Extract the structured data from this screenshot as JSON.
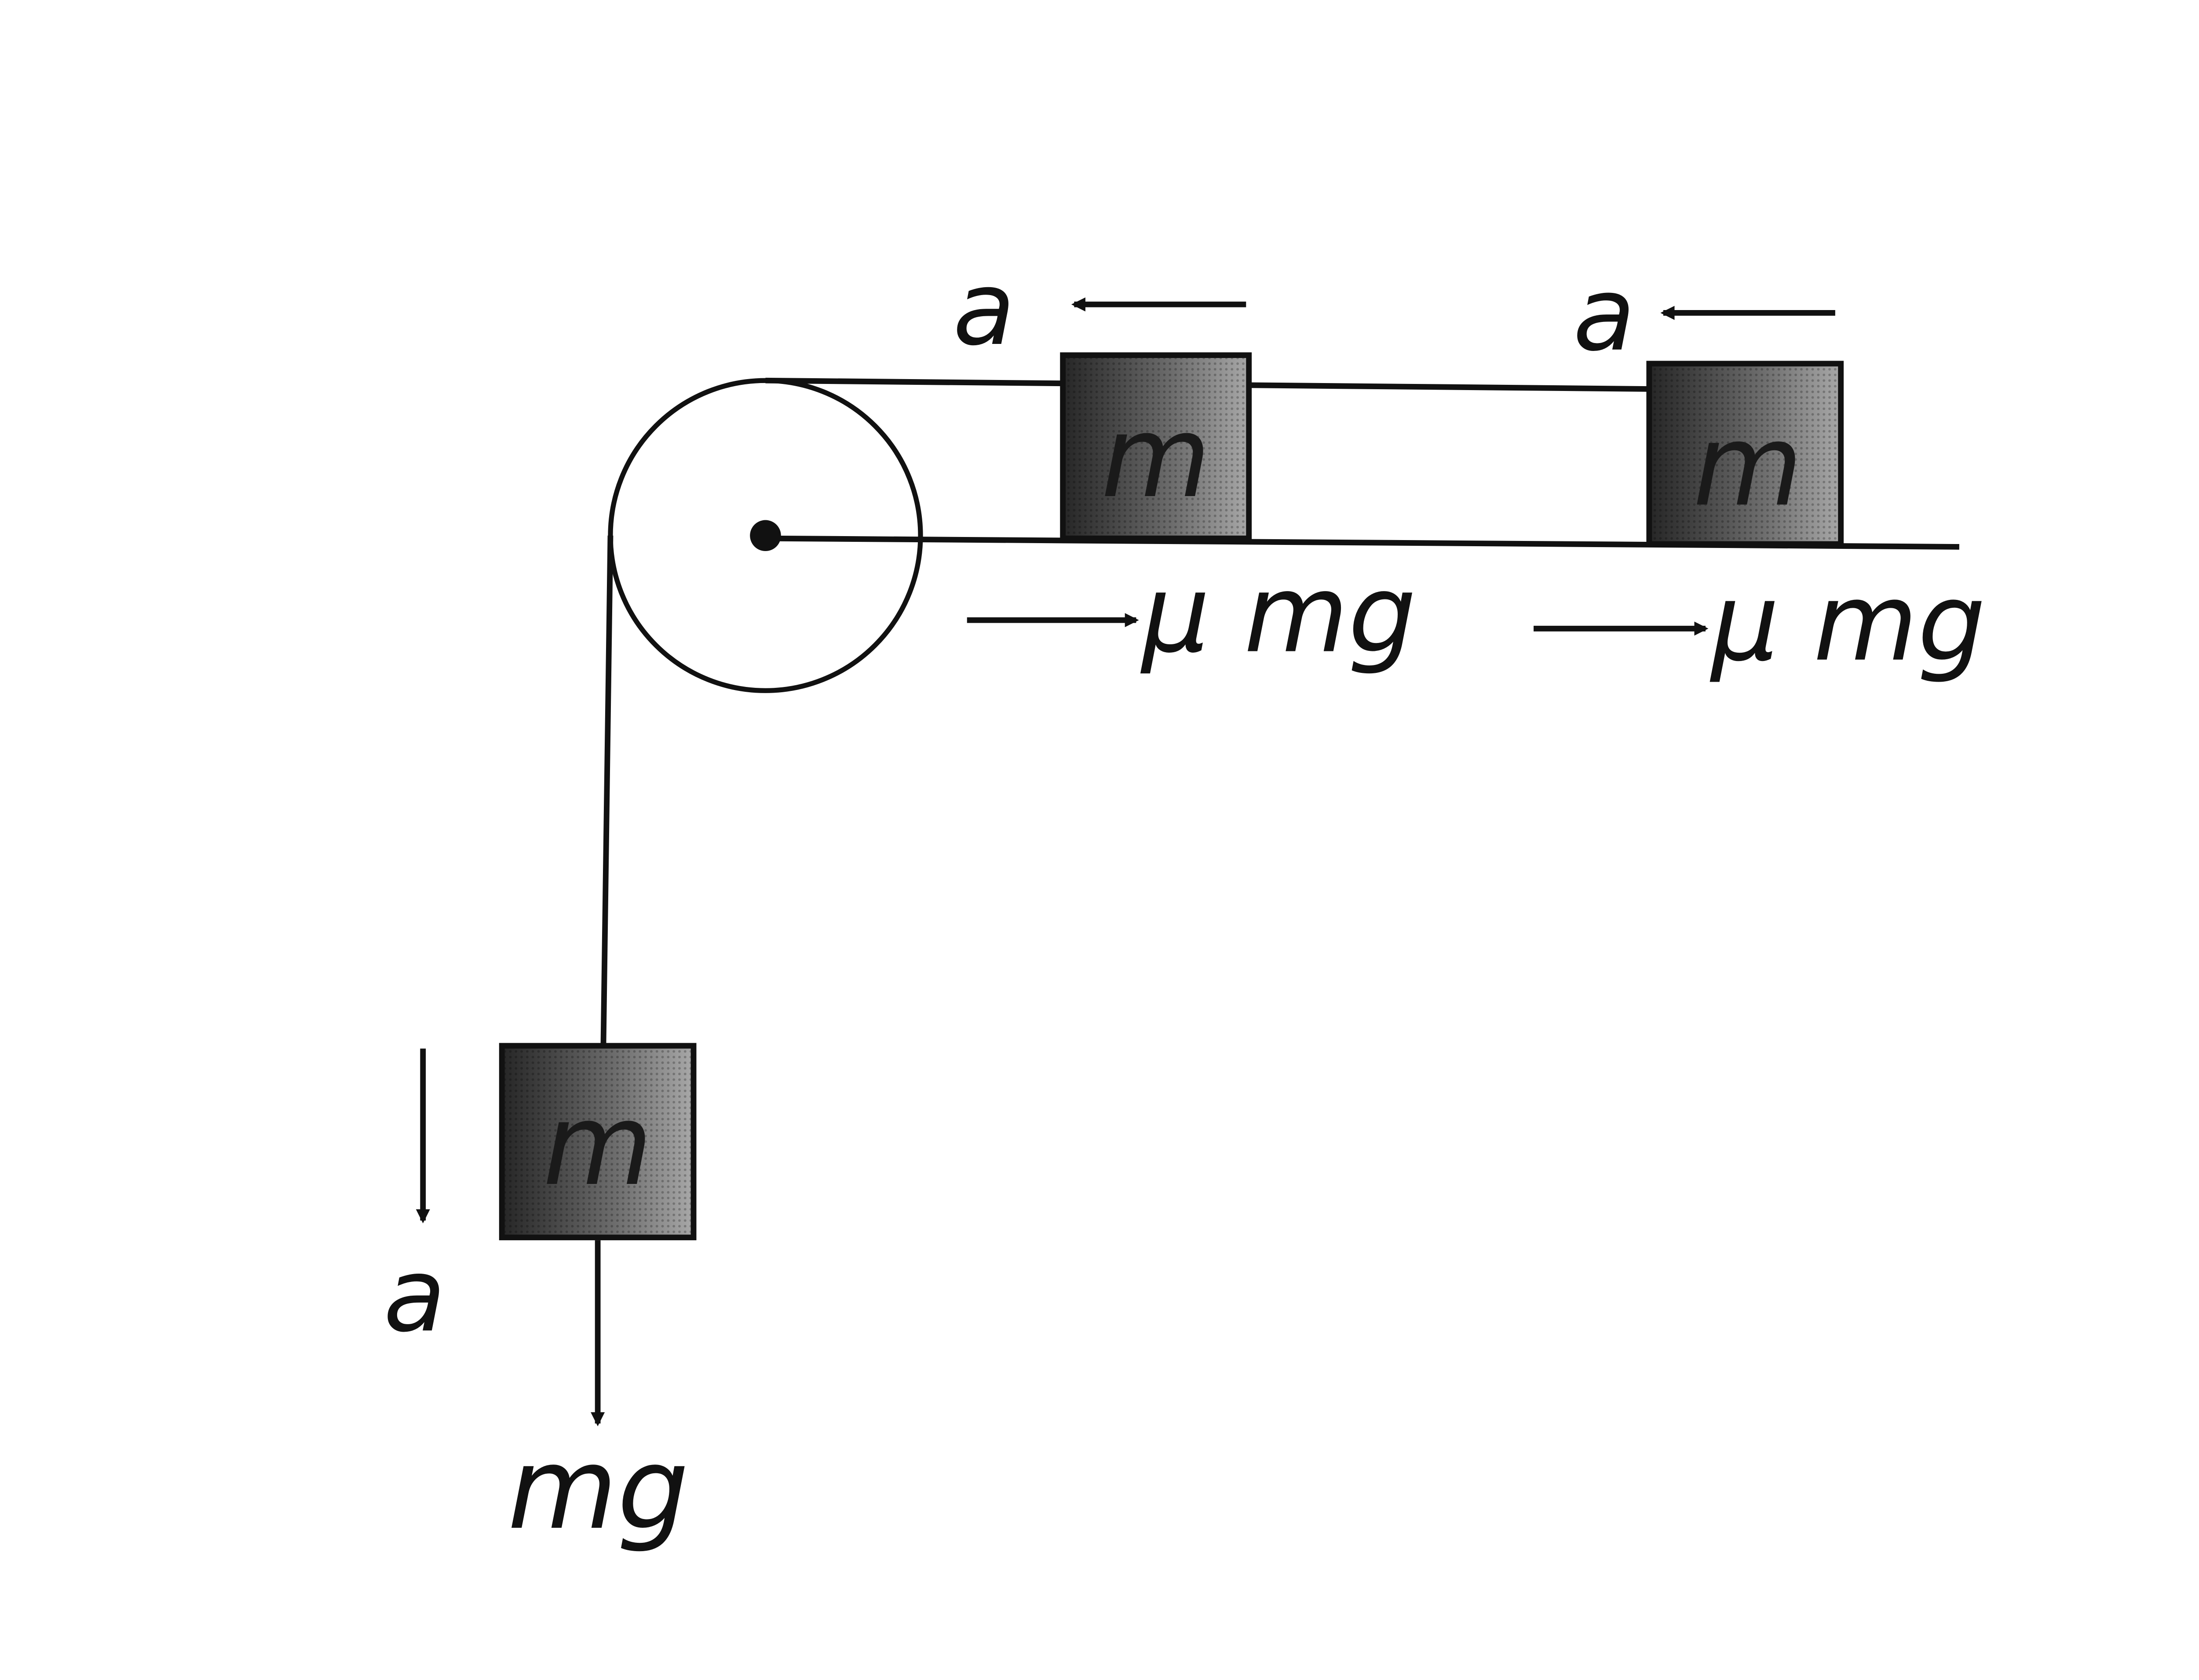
{
  "diagram": {
    "type": "pulley-block-system",
    "blocks": [
      {
        "id": "block-top-left",
        "label": "m"
      },
      {
        "id": "block-top-right",
        "label": "m"
      },
      {
        "id": "block-hanging",
        "label": "m"
      }
    ],
    "labels": {
      "accel_top_left": "a",
      "accel_top_right": "a",
      "accel_hanging": "a",
      "friction_left": "μ mg",
      "friction_right": "μ mg",
      "weight_hanging": "mg"
    },
    "colors": {
      "line": "#111111",
      "block_dark": "#2b2b2b",
      "block_light": "#9a9a9a",
      "background": "#ffffff"
    }
  }
}
